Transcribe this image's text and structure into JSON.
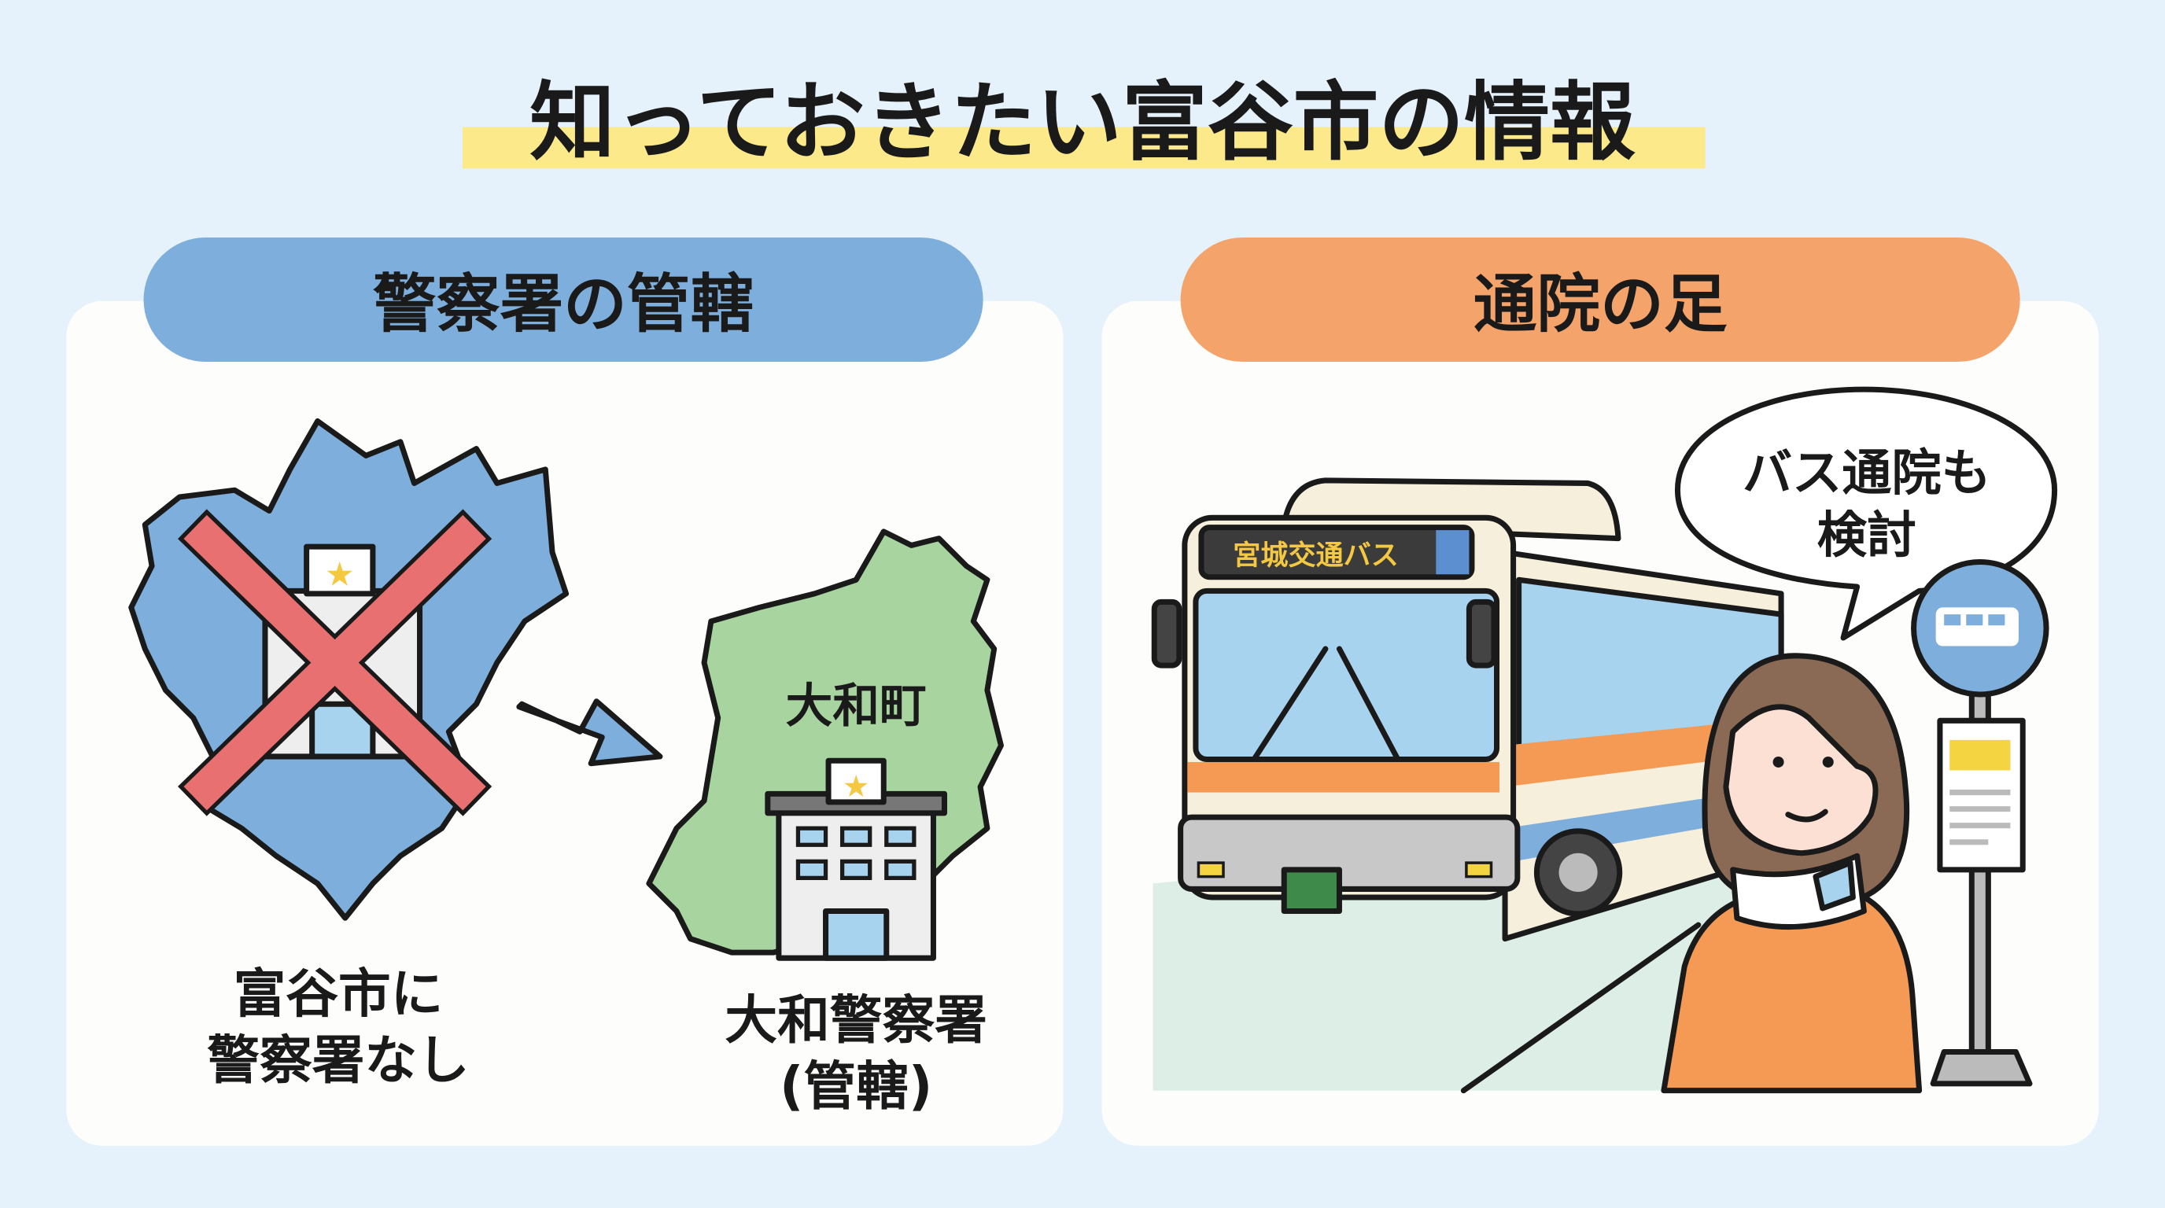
{
  "title": "知っておきたい富谷市の情報",
  "colors": {
    "background": "#e6f2fb",
    "title_highlight": "#fbe98a",
    "police_header": "#7eaedb",
    "hospital_header": "#f4a46a",
    "tomiya_map": "#7eaedb",
    "yamato_map": "#a8d4a0",
    "cross": "#e87070",
    "bus_stripe": "#f49a55"
  },
  "police_panel": {
    "header": "警察署の管轄",
    "tomiya_label_line1": "富谷市に",
    "tomiya_label_line2": "警察署なし",
    "yamato_map_label": "大和町",
    "station_label_line1": "大和警察署",
    "station_label_line2": "(管轄)"
  },
  "hospital_panel": {
    "header": "通院の足",
    "bus_destination_sign": "宮城交通バス",
    "speech_line1": "バス通院も",
    "speech_line2": "検討",
    "icons": [
      "bus-icon",
      "bus-stop-sign-icon",
      "person-with-neck-brace"
    ]
  }
}
